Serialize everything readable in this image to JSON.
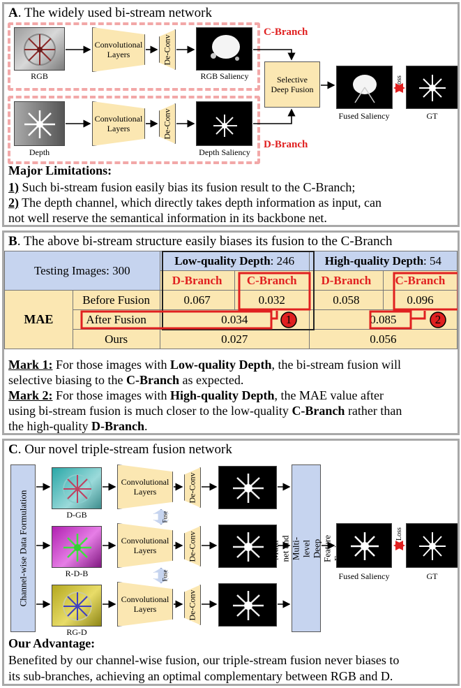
{
  "panelA": {
    "title_letter": "A",
    "title_rest": ". The widely used bi-stream network",
    "cbranch_label": "C-Branch",
    "dbranch_label": "D-Branch",
    "conv_label": "Convolutional Layers",
    "deconv_label": "De-Conv",
    "rgb_caption": "RGB",
    "rgb_saliency_caption": "RGB Saliency",
    "depth_caption": "Depth",
    "depth_saliency_caption": "Depth Saliency",
    "fusion_label": "Selective Deep Fusion",
    "fused_caption": "Fused Saliency",
    "gt_caption": "GT",
    "loss_label": "Loss",
    "limitations_heading": "Major Limitations:",
    "lim1_num": "1)",
    "lim1_text": " Such bi-stream fusion easily bias its fusion result to the C-Branch;",
    "lim2_num": "2)",
    "lim2_text": " The depth channel, which directly takes depth information as input, can",
    "lim2_text2": "not well reserve the semantical information in its backbone net."
  },
  "panelB": {
    "title_letter": "B",
    "title_rest": ". The above bi-stream structure easily biases its fusion to the C-Branch",
    "testing_images": "Testing Images: 300",
    "lowq_bold": "Low-quality Depth",
    "lowq_count": ": 246",
    "highq_bold": "High-quality Depth",
    "highq_count": ": 54",
    "dbranch": "D-Branch",
    "cbranch": "C-Branch",
    "mae": "MAE",
    "before_fusion": "Before Fusion",
    "after_fusion": "After Fusion",
    "ours": "Ours",
    "before_low_d": "0.067",
    "before_low_c": "0.032",
    "before_high_d": "0.058",
    "before_high_c": "0.096",
    "after_low": "0.034",
    "after_high": "0.085",
    "ours_low": "0.027",
    "ours_high": "0.056",
    "mark1_num": "1",
    "mark2_num": "2",
    "mark1_label": "Mark 1:",
    "mark1_a": " For those images with ",
    "mark1_b": "Low-quality Depth",
    "mark1_c": ", the bi-stream fusion will",
    "mark1_d": "selective biasing to the ",
    "mark1_e": "C-Branch",
    "mark1_f": " as expected.",
    "mark2_label": "Mark 2:",
    "mark2_a": " For those images with ",
    "mark2_b": "High-quality Depth",
    "mark2_c": ", the MAE value after",
    "mark2_d": "using bi-stream fusion is  much closer to the low-quality ",
    "mark2_e": "C-Branch",
    "mark2_f": " rather than",
    "mark2_g": "the high-quality ",
    "mark2_h": "D-Branch",
    "mark2_i": "."
  },
  "panelC": {
    "title_letter": "C",
    "title_rest": ". Our novel triple-stream fusion network",
    "cwdf_label": "Channel-wise Data Formulation",
    "dgb_caption": "D-GB",
    "rdb_caption": "R-D-B",
    "rgd_caption": "RG-D",
    "conv_label": "Convolutional Layers",
    "deconv_label": "De-Conv",
    "fuse_label": "Fuse",
    "multinet_label": "Multi-net and Multi-level Deep Feature Fusion",
    "fused_caption": "Fused Saliency",
    "gt_caption": "GT",
    "loss_label": "Loss",
    "advantage_heading": "Our Advantage:",
    "adv_line1": "Benefited by our channel-wise fusion, our triple-stream fusion never biases to",
    "adv_line2": "its sub-branches, achieving an optimal complementary between RGB and D."
  },
  "colors": {
    "accent_red": "#e02020",
    "box_fill": "#fbe7b2",
    "header_blue": "#c6d4ef",
    "dash_pink": "#f2a8a8"
  }
}
